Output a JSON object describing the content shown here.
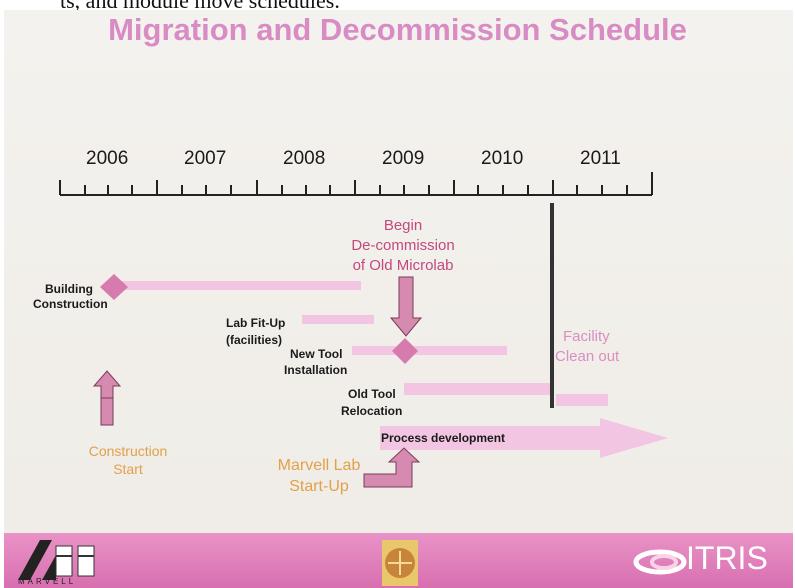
{
  "caption_text": "ts, and module move schedules.",
  "title": "Migration and Decommission Schedule",
  "years": [
    "2006",
    "2007",
    "2008",
    "2009",
    "2010",
    "2011"
  ],
  "labels": {
    "building_line1": "Building",
    "building_line2": "Construction",
    "labfit_line1": "Lab Fit-Up",
    "labfit_line2": "(facilities)",
    "newtool_line1": "New Tool",
    "newtool_line2": "Installation",
    "oldtool_line1": "Old Tool",
    "oldtool_line2": "Relocation",
    "process_dev": "Process development"
  },
  "annotations": {
    "decom_line1": "Begin",
    "decom_line2": "De-commission",
    "decom_line3": "of Old Microlab",
    "construction_line1": "Construction",
    "construction_line2": "Start",
    "marvell_line1": "Marvell Lab",
    "marvell_line2": "Start-Up",
    "facility_line1": "Facility",
    "facility_line2": "Clean out"
  },
  "footer": {
    "left_logo_text": "MARVELL",
    "right_logo_text": "ITRIS"
  },
  "colors": {
    "bar": "#f2c6e2",
    "diamond": "#d77aae",
    "arrow": "#d68ab0",
    "title": "#d98cc4",
    "decom": "#c4487e",
    "construction": "#e2a04a"
  }
}
